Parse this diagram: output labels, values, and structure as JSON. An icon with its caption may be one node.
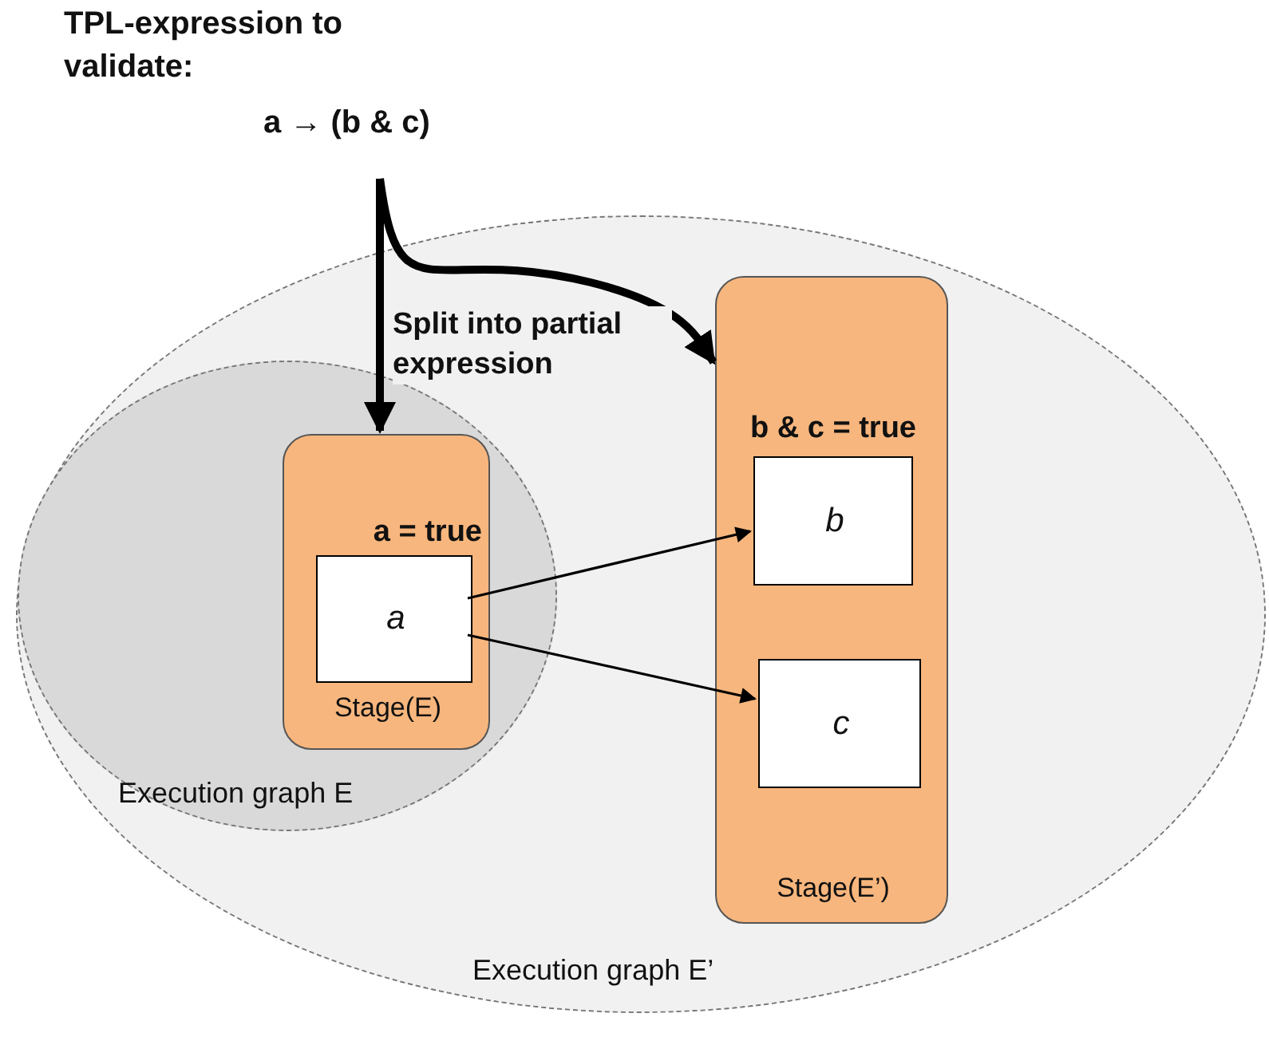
{
  "diagram": {
    "nodes": [
      {
        "text": [
          "TPL-expression to validate:",
          "a → (b & c)"
        ]
      },
      {
        "text": [
          "Execution graph E’"
        ]
      },
      {
        "text": [
          "Execution graph E"
        ],
        "in": 1
      },
      {
        "text": [
          "a = true",
          "Stage(E)"
        ],
        "in": 2
      },
      {
        "text": [
          "a"
        ],
        "in": 3
      },
      {
        "text": [
          "b & c = true",
          "Stage(E’)"
        ],
        "in": 1
      },
      {
        "text": [
          "b"
        ],
        "in": 5
      },
      {
        "text": [
          "c"
        ],
        "in": 5
      }
    ],
    "edges": [
      {
        "from": 0,
        "to": 3,
        "arrow": "to",
        "style": "thick",
        "label": "Split into partial expression"
      },
      {
        "from": 0,
        "to": 5,
        "arrow": "to",
        "style": "thick"
      },
      {
        "from": 4,
        "to": 6,
        "arrow": "to"
      },
      {
        "from": 4,
        "to": 7,
        "arrow": "to"
      }
    ]
  }
}
